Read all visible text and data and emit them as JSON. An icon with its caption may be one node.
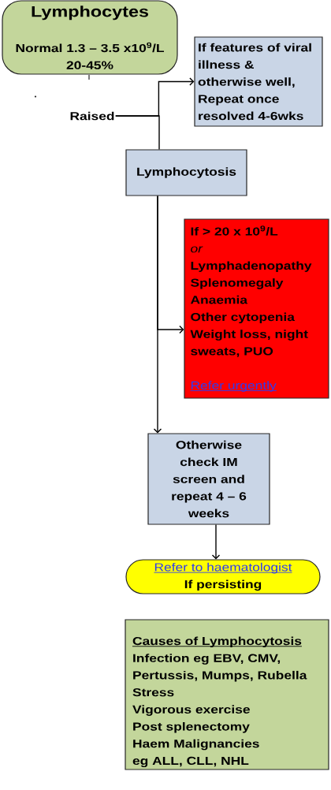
{
  "diagram": {
    "nodes": [
      {
        "text": [
          "Lymphocytes",
          "Normal 1.3 – 3.5 x10$^{9}$/L 20-45%"
        ]
      },
      {
        "text": [
          "If features of viral illness & otherwise well, Repeat once resolved 4-6wks"
        ]
      },
      {
        "text": [
          "Raised"
        ]
      },
      {
        "text": [
          "Lymphocytosis"
        ]
      },
      {
        "text": [
          "If > 20 x 10$^{9}$/L",
          "or",
          "Lymphadenopathy",
          "Splenomegaly",
          "Anaemia",
          "Other cytopenia",
          "Weight loss, night sweats, PUO",
          "Refer urgently"
        ]
      },
      {
        "text": [
          "Otherwise check IM screen and repeat 4 – 6 weeks"
        ]
      },
      {
        "text": [
          "Refer to haematologist",
          "If persisting"
        ]
      },
      {
        "text": [
          "Causes of Lymphocytosis",
          "Infection eg EBV, CMV, Pertussis, Mumps, Rubella",
          "Stress",
          "Vigorous exercise",
          "Post splenectomy",
          "Haem Malignancies",
          "eg ALL, CLL, NHL"
        ]
      }
    ],
    "edges": [
      {
        "from": 2,
        "to": 1,
        "arrow": "to"
      },
      {
        "from": 2,
        "to": 3,
        "arrow": "none"
      },
      {
        "from": 3,
        "to": 4,
        "arrow": "to"
      },
      {
        "from": 3,
        "to": 5,
        "arrow": "to"
      },
      {
        "from": 5,
        "to": 6,
        "arrow": "to"
      }
    ]
  }
}
